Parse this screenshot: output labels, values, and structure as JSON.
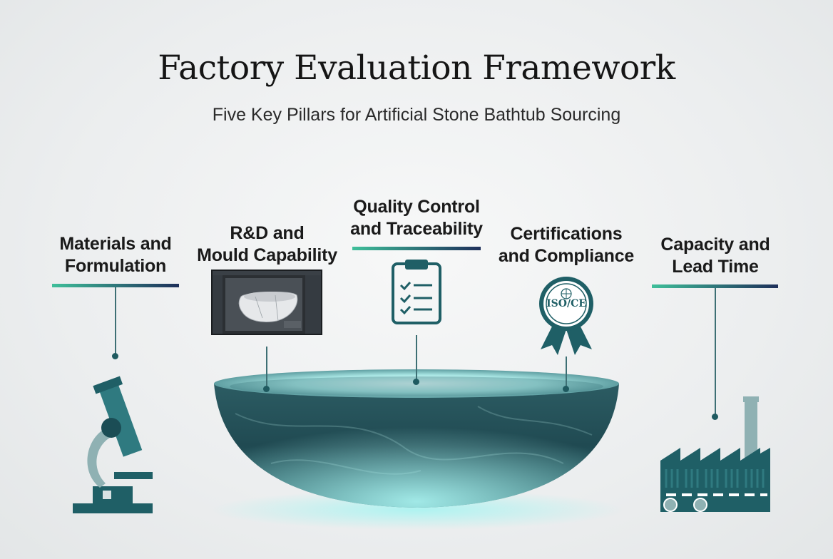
{
  "header": {
    "title": "Factory Evaluation Framework",
    "subtitle": "Five Key Pillars for Artificial Stone Bathtub Sourcing"
  },
  "pillars": [
    {
      "line1": "Materials and",
      "line2": "Formulation",
      "icon": "microscope-icon"
    },
    {
      "line1": "R&D and",
      "line2": "Mould Capability",
      "icon": "cad-screen-icon"
    },
    {
      "line1": "Quality Control",
      "line2": "and Traceability",
      "icon": "clipboard-checklist-icon"
    },
    {
      "line1": "Certifications",
      "line2": "and Compliance",
      "icon": "certification-badge-icon"
    },
    {
      "line1": "Capacity and",
      "line2": "Lead Time",
      "icon": "factory-icon"
    }
  ],
  "badge_text": "ISO/CE",
  "colors": {
    "accent_teal": "#1f5f66",
    "accent_green": "#3fbf9a",
    "accent_navy": "#1e2f5a",
    "bathtub_glow": "#8ff0ec"
  }
}
